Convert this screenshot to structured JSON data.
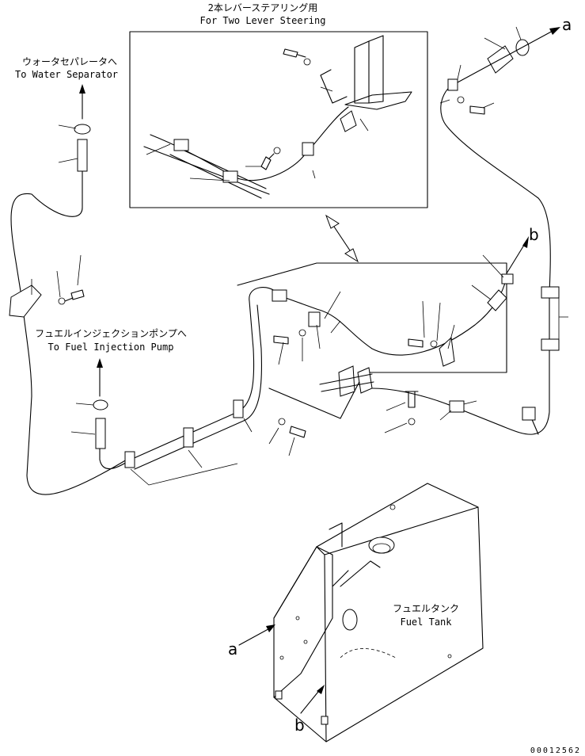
{
  "labels": {
    "two_lever_jp": "2本レバーステアリング用",
    "two_lever_en": "For Two Lever Steering",
    "water_sep_jp": "ウォータセパレータへ",
    "water_sep_en": "To Water Separator",
    "inj_pump_jp": "フュエルインジェクションポンプへ",
    "inj_pump_en": "To Fuel Injection Pump",
    "fuel_tank_jp": "フュエルタンク",
    "fuel_tank_en": "Fuel Tank"
  },
  "connectors": {
    "a_top": "a",
    "b_right": "b",
    "a_tank": "a",
    "b_tank": "b"
  },
  "drawing_number": "00012562"
}
